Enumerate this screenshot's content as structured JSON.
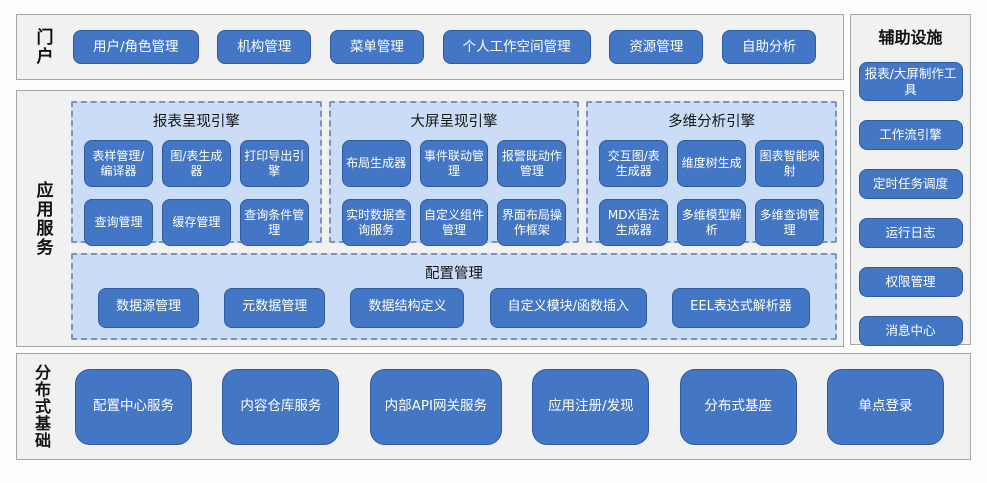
{
  "colors": {
    "button_fill": "#4377c6",
    "button_border": "#2e5b9f",
    "button_text": "#ffffff",
    "panel_fill": "#cbdcf6",
    "panel_border": "#7e93bc",
    "section_fill": "#f1f1f1",
    "section_border": "#a6a6a6"
  },
  "portal": {
    "label": "门户",
    "items": [
      "用户/角色管理",
      "机构管理",
      "菜单管理",
      "个人工作空间管理",
      "资源管理",
      "自助分析"
    ]
  },
  "app_services": {
    "label": "应用服务",
    "engines": [
      {
        "title": "报表呈现引擎",
        "items": [
          "表样管理/编译器",
          "图/表生成器",
          "打印导出引擎",
          "查询管理",
          "缓存管理",
          "查询条件管理"
        ]
      },
      {
        "title": "大屏呈现引擎",
        "items": [
          "布局生成器",
          "事件联动管理",
          "报警既动作管理",
          "实时数据查询服务",
          "自定义组件管理",
          "界面布局操作框架"
        ]
      },
      {
        "title": "多维分析引擎",
        "items": [
          "交互图/表生成器",
          "维度树生成",
          "图表智能映射",
          "MDX语法生成器",
          "多维模型解析",
          "多维查询管理"
        ]
      }
    ],
    "config": {
      "title": "配置管理",
      "items": [
        "数据源管理",
        "元数据管理",
        "数据结构定义",
        "自定义模块/函数插入",
        "EEL表达式解析器"
      ]
    }
  },
  "foundation": {
    "label": "分布式基础",
    "items": [
      "配置中心服务",
      "内容仓库服务",
      "内部API网关服务",
      "应用注册/发现",
      "分布式基座",
      "单点登录"
    ]
  },
  "auxiliary": {
    "title": "辅助设施",
    "items": [
      "报表/大屏制作工具",
      "工作流引擎",
      "定时任务调度",
      "运行日志",
      "权限管理",
      "消息中心"
    ]
  }
}
